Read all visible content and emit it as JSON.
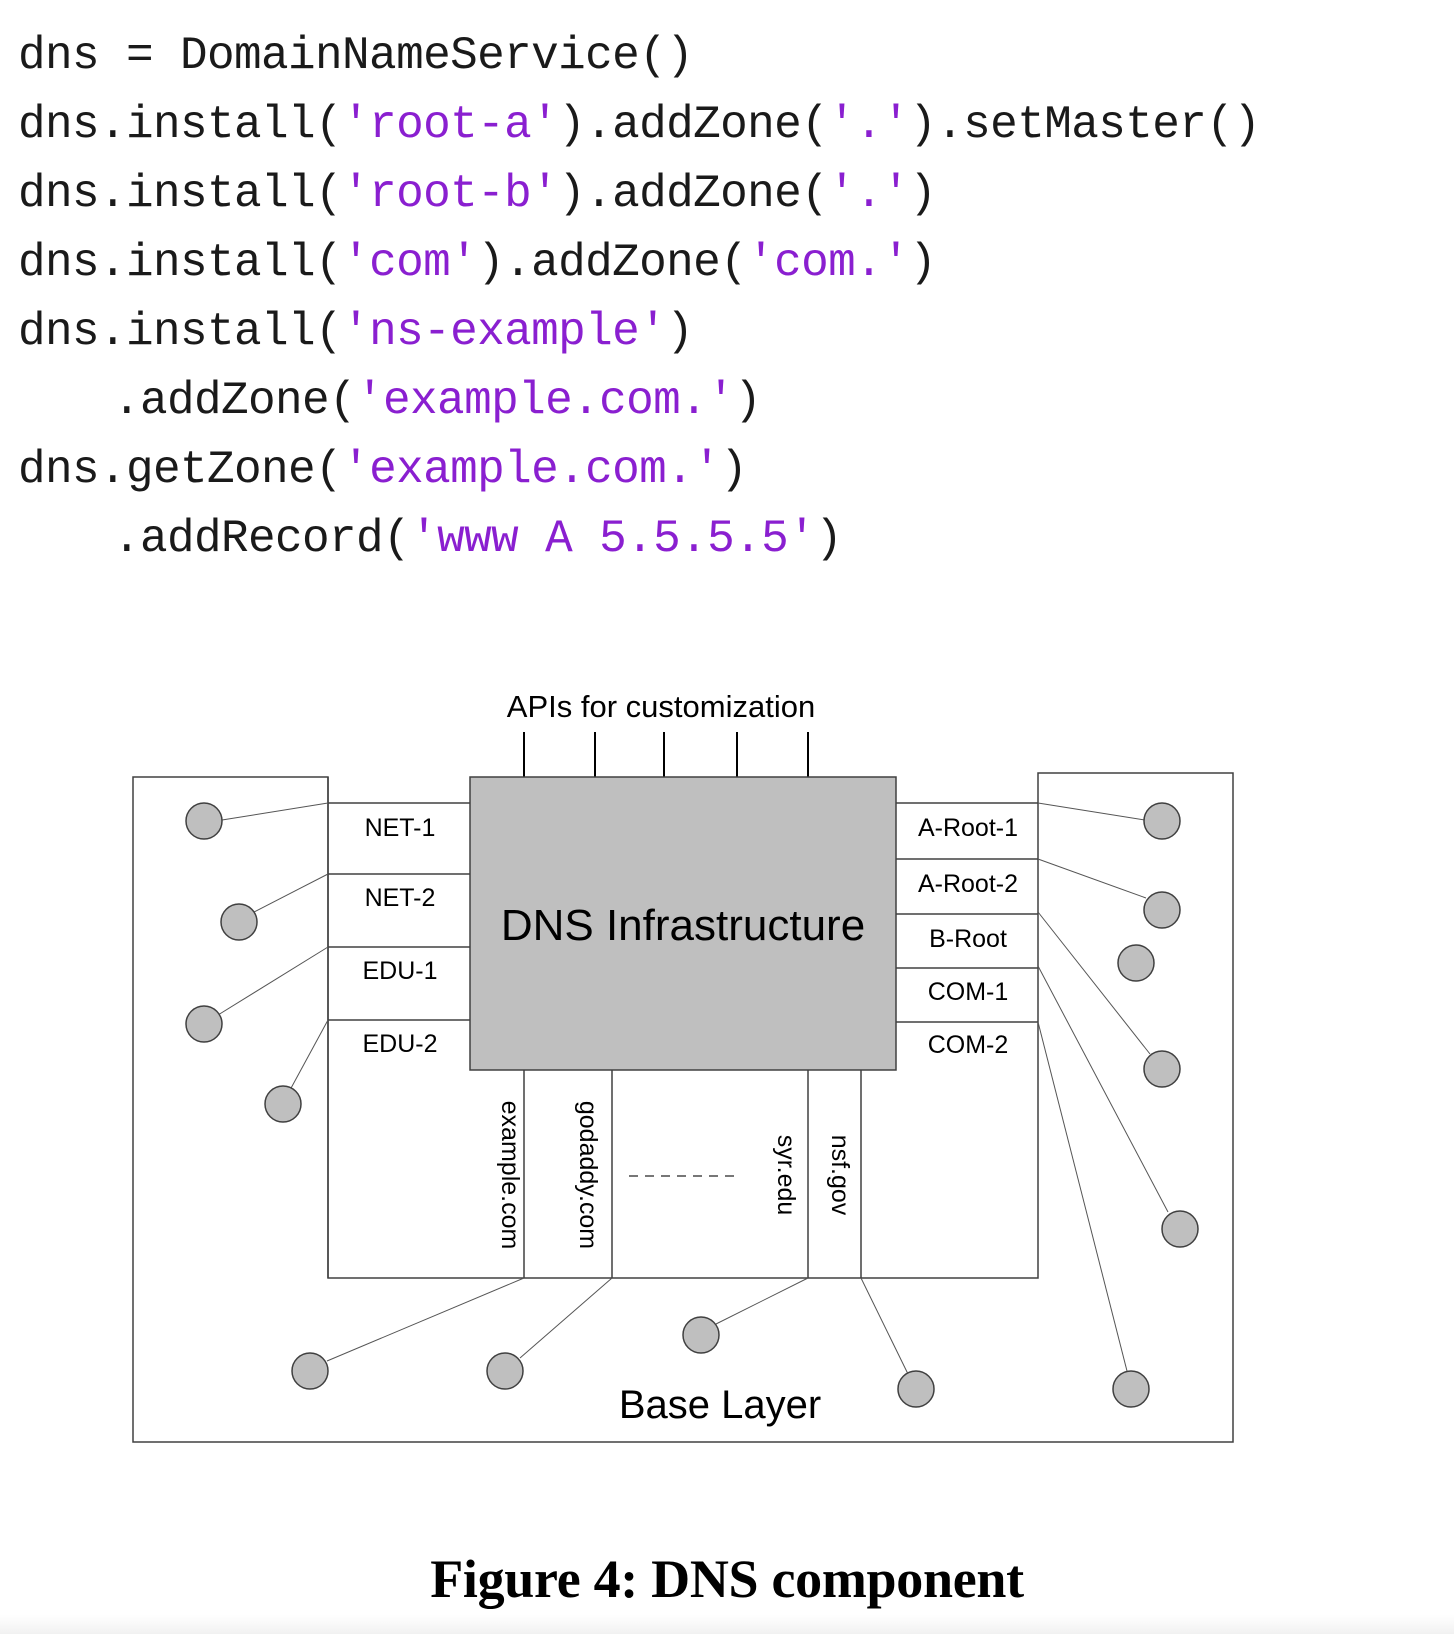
{
  "code": {
    "lines": [
      {
        "parts": [
          {
            "t": "dns = DomainNameService()",
            "s": false
          }
        ],
        "indent": false
      },
      {
        "parts": [
          {
            "t": "dns.install(",
            "s": false
          },
          {
            "t": "'root-a'",
            "s": true
          },
          {
            "t": ").addZone(",
            "s": false
          },
          {
            "t": "'.'",
            "s": true
          },
          {
            "t": ").setMaster()",
            "s": false
          }
        ],
        "indent": false
      },
      {
        "parts": [
          {
            "t": "dns.install(",
            "s": false
          },
          {
            "t": "'root-b'",
            "s": true
          },
          {
            "t": ").addZone(",
            "s": false
          },
          {
            "t": "'.'",
            "s": true
          },
          {
            "t": ")",
            "s": false
          }
        ],
        "indent": false
      },
      {
        "parts": [
          {
            "t": "dns.install(",
            "s": false
          },
          {
            "t": "'com'",
            "s": true
          },
          {
            "t": ").addZone(",
            "s": false
          },
          {
            "t": "'com.'",
            "s": true
          },
          {
            "t": ")",
            "s": false
          }
        ],
        "indent": false
      },
      {
        "parts": [
          {
            "t": "dns.install(",
            "s": false
          },
          {
            "t": "'ns-example'",
            "s": true
          },
          {
            "t": ")",
            "s": false
          }
        ],
        "indent": false
      },
      {
        "parts": [
          {
            "t": ".addZone(",
            "s": false
          },
          {
            "t": "'example.com.'",
            "s": true
          },
          {
            "t": ")",
            "s": false
          }
        ],
        "indent": true
      },
      {
        "parts": [
          {
            "t": "dns.getZone(",
            "s": false
          },
          {
            "t": "'example.com.'",
            "s": true
          },
          {
            "t": ")",
            "s": false
          }
        ],
        "indent": false
      },
      {
        "parts": [
          {
            "t": ".addRecord(",
            "s": false
          },
          {
            "t": "'www A 5.5.5.5'",
            "s": true
          },
          {
            "t": ")",
            "s": false
          }
        ],
        "indent": true
      }
    ],
    "string_color": "#8a1fd0"
  },
  "diagram": {
    "api_label": "APIs for customization",
    "center_label": "DNS Infrastructure",
    "base_label": "Base Layer",
    "left_servers": [
      "NET-1",
      "NET-2",
      "EDU-1",
      "EDU-2"
    ],
    "right_servers": [
      "A-Root-1",
      "A-Root-2",
      "B-Root",
      "COM-1",
      "COM-2"
    ],
    "bottom_servers": [
      "example.com",
      "godaddy.com",
      "syr.edu",
      "nsf.gov"
    ],
    "ellipsis": "------",
    "node_color": "#bfbfbf",
    "box_color": "#bfbfbf"
  },
  "caption": "Figure 4: DNS component"
}
